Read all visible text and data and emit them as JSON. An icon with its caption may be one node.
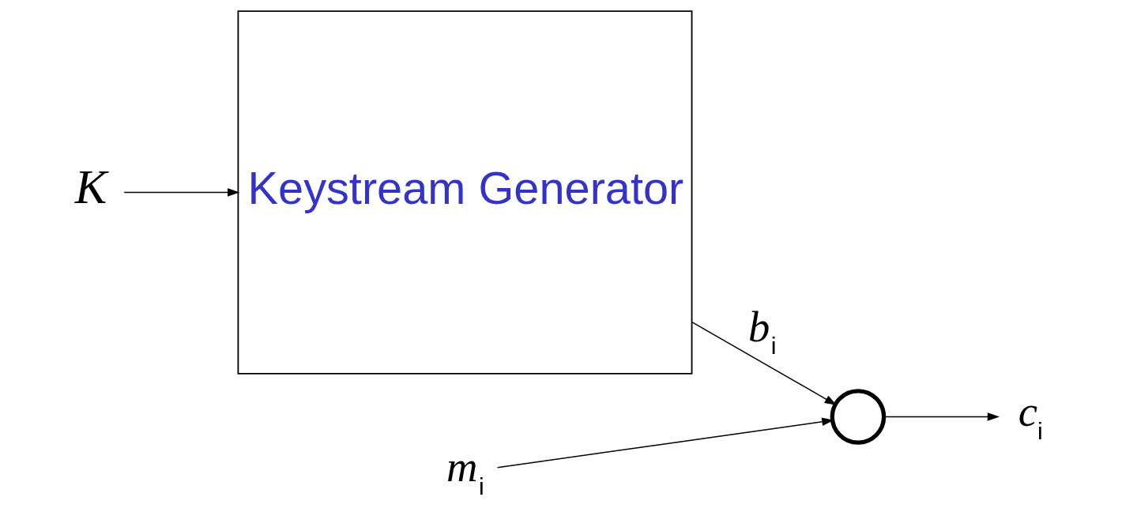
{
  "diagram": {
    "nodes": [
      {
        "text": [
          "*K*"
        ]
      },
      {
        "text": [
          "Keystream Generator"
        ]
      },
      {
        "text": [],
        "shape": "circle"
      },
      {
        "text": [
          "*m*$_{i}$"
        ]
      },
      {
        "text": [
          "*c*$_{i}$"
        ]
      }
    ],
    "edges": [
      {
        "from": 0,
        "to": 1,
        "arrow": "to"
      },
      {
        "from": 1,
        "to": 2,
        "arrow": "to",
        "label": "*b*$_{i}$"
      },
      {
        "from": 3,
        "to": 2,
        "arrow": "to"
      },
      {
        "from": 2,
        "to": 4,
        "arrow": "to"
      }
    ]
  }
}
